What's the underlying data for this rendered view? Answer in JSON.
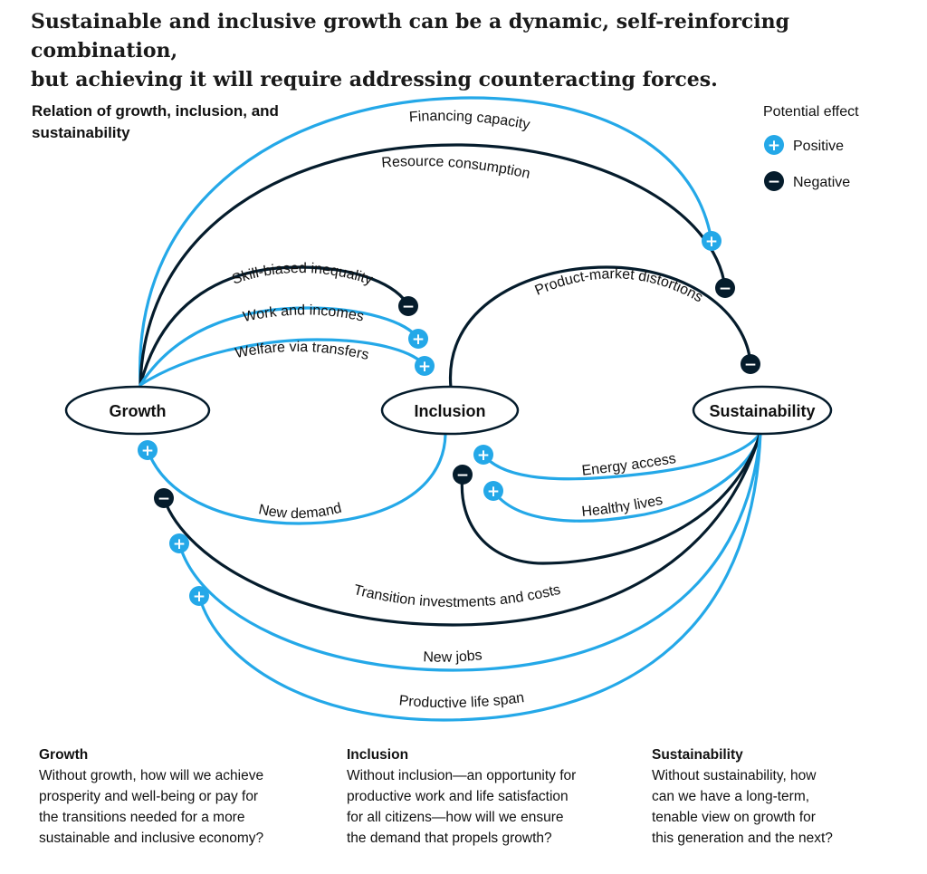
{
  "title_lines": [
    "Sustainable and inclusive growth can be a dynamic, self-reinforcing combination,",
    "but achieving it will require addressing counteracting forces."
  ],
  "subtitle_lines": [
    "Relation of growth, inclusion, and",
    "sustainability"
  ],
  "legend": {
    "title": "Potential effect",
    "positive": "Positive",
    "negative": "Negative"
  },
  "colors": {
    "positive": "#24a8e8",
    "negative": "#051c2c",
    "text": "#111111"
  },
  "nodes": {
    "growth": "Growth",
    "inclusion": "Inclusion",
    "sustainability": "Sustainability"
  },
  "links": {
    "financing_capacity": {
      "label": "Financing capacity",
      "effect": "positive"
    },
    "resource_consumption": {
      "label": "Resource consumption",
      "effect": "negative"
    },
    "skill_biased_inequality": {
      "label": "Skill-biased inequality",
      "effect": "negative"
    },
    "work_and_incomes": {
      "label": "Work and incomes",
      "effect": "positive"
    },
    "welfare_via_transfers": {
      "label": "Welfare via transfers",
      "effect": "positive"
    },
    "product_market_distortions": {
      "label": "Product-market distortions",
      "effect": "negative"
    },
    "new_demand": {
      "label": "New demand",
      "effect": "positive"
    },
    "energy_access": {
      "label": "Energy access",
      "effect": "positive"
    },
    "healthy_lives": {
      "label": "Healthy lives",
      "effect": "positive"
    },
    "transition_investments": {
      "label": "Transition investments and costs",
      "effect": "negative"
    },
    "new_jobs": {
      "label": "New jobs",
      "effect": "positive"
    },
    "productive_life_span": {
      "label": "Productive life span",
      "effect": "positive"
    }
  },
  "descriptions": {
    "growth": {
      "heading": "Growth",
      "lines": [
        "Without growth, how will we achieve",
        "prosperity and well-being or pay for",
        "the transitions needed for a more",
        "sustainable and inclusive economy?"
      ]
    },
    "inclusion": {
      "heading": "Inclusion",
      "lines": [
        "Without inclusion—an opportunity for",
        "productive work and life satisfaction",
        "for all citizens—how will we ensure",
        "the demand that propels growth?"
      ]
    },
    "sustainability": {
      "heading": "Sustainability",
      "lines": [
        "Without sustainability, how",
        "can we have a long-term,",
        "tenable view on growth for",
        "this generation and the next?"
      ]
    }
  }
}
